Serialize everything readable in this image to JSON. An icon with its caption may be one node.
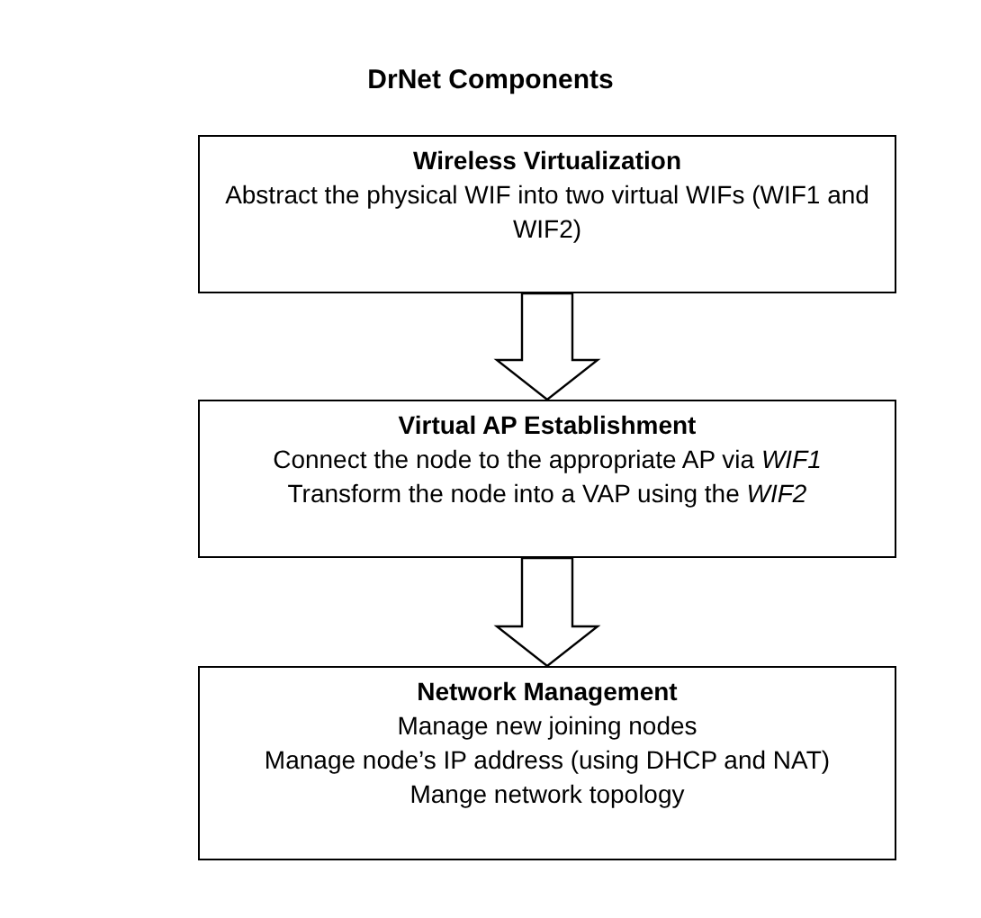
{
  "diagram": {
    "title": "DrNet Components",
    "nodes": [
      {
        "text": [
          "Wireless Virtualization",
          "Abstract the physical WIF into two virtual WIFs (WIF1 and WIF2)"
        ]
      },
      {
        "text": [
          "Virtual AP Establishment",
          "Connect the node to the appropriate AP via *WIF1*",
          "Transform the node into a VAP using the *WIF2*"
        ]
      },
      {
        "text": [
          "Network Management",
          "Manage new joining nodes",
          "Manage node’s IP address (using DHCP and NAT)",
          "Mange network topology"
        ]
      }
    ],
    "edges": [
      {
        "from": 0,
        "to": 1,
        "arrow": "to"
      },
      {
        "from": 1,
        "to": 2,
        "arrow": "to"
      }
    ]
  }
}
